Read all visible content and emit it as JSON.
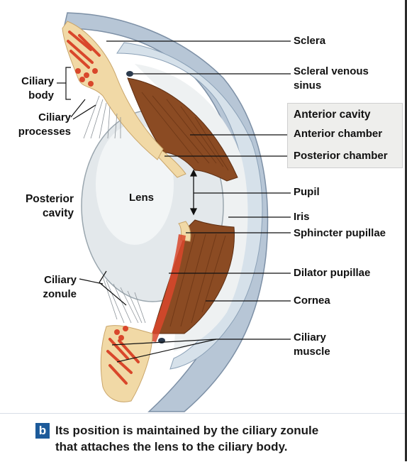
{
  "labels": {
    "sclera": "Sclera",
    "scleral_venous_sinus_1": "Scleral venous",
    "scleral_venous_sinus_2": "sinus",
    "anterior_cavity": "Anterior cavity",
    "anterior_chamber": "Anterior chamber",
    "posterior_chamber": "Posterior chamber",
    "pupil": "Pupil",
    "iris": "Iris",
    "sphincter_pupillae": "Sphincter pupillae",
    "dilator_pupillae": "Dilator pupillae",
    "cornea": "Cornea",
    "ciliary_muscle_1": "Ciliary",
    "ciliary_muscle_2": "muscle",
    "ciliary_body_1": "Ciliary",
    "ciliary_body_2": "body",
    "ciliary_processes_1": "Ciliary",
    "ciliary_processes_2": "processes",
    "posterior_cavity_1": "Posterior",
    "posterior_cavity_2": "cavity",
    "lens": "Lens",
    "ciliary_zonule_1": "Ciliary",
    "ciliary_zonule_2": "zonule"
  },
  "caption": {
    "badge": "b",
    "line1": "Its position is maintained by the ciliary zonule",
    "line2": "that attaches the lens to the ciliary body."
  },
  "colors": {
    "sclera": "#b9c9d9",
    "lens": "#e4e9ec",
    "iris": "#8a4a22",
    "muscle": "#d9472b",
    "ciliary_tissue": "#f1d9a6",
    "badge": "#1c5a9a"
  }
}
